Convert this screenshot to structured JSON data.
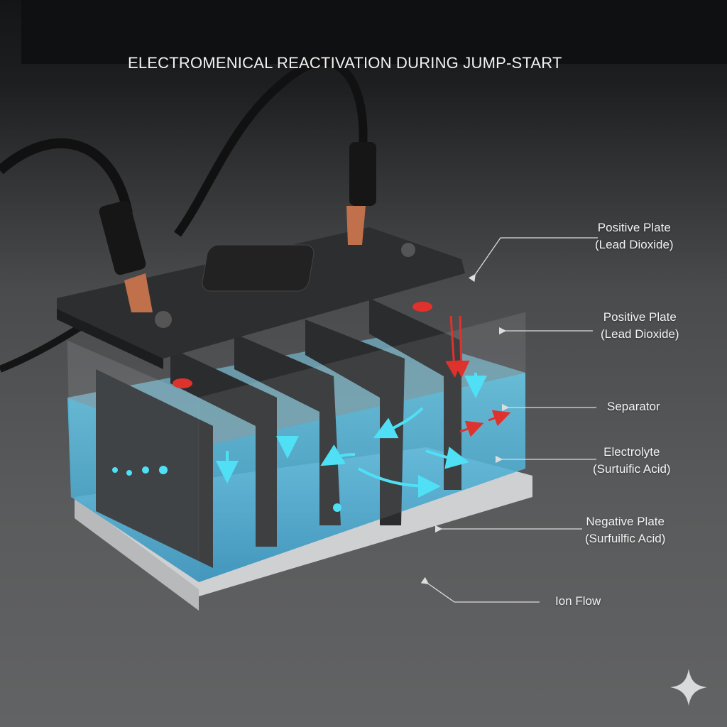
{
  "title": "ELECTROMENICAL REACTIVATION DURING JUMP-START",
  "labels": [
    {
      "line1": "Positive Plate",
      "line2": "(Lead Dioxide)"
    },
    {
      "line1": "Positive Plate",
      "line2": "(Lead Dioxide)"
    },
    {
      "line1": "Separator"
    },
    {
      "line1": "Electrolyte",
      "line2": "(Surtuific Acid)"
    },
    {
      "line1": "Negative Plate",
      "line2": "(Surfuilfic Acid)"
    },
    {
      "line1": "Ion Flow"
    }
  ],
  "colors": {
    "electrolyte": "#3fb6dc",
    "ion_arrow": "#4fe0f5",
    "electron_arrow": "#e0322c",
    "plate": "#2a2c2e",
    "clamp": "#c0704a"
  },
  "icons": [
    "sparkle-icon"
  ]
}
